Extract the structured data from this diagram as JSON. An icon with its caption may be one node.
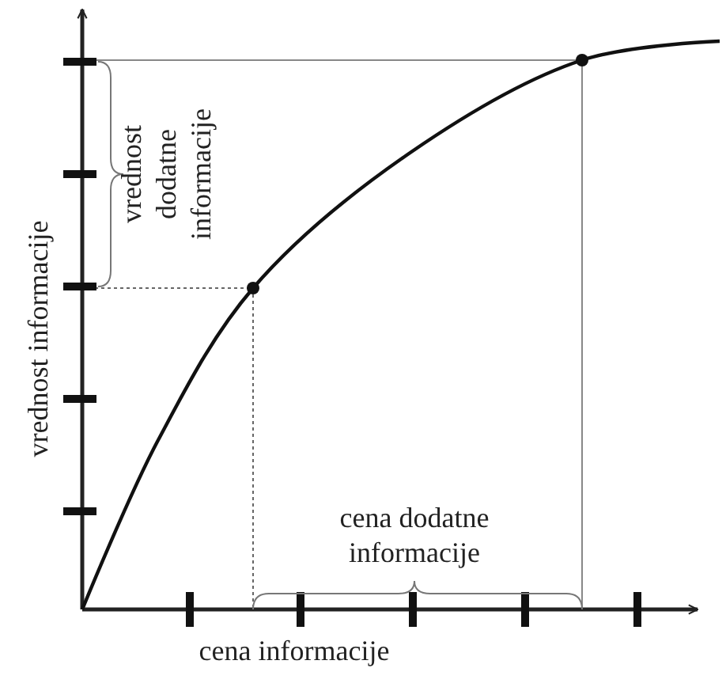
{
  "diagram": {
    "labels": [
      "vrednost dodatne informacije",
      "vrednost informacije",
      "cena dodatne informacije",
      "cena informacije"
    ]
  }
}
